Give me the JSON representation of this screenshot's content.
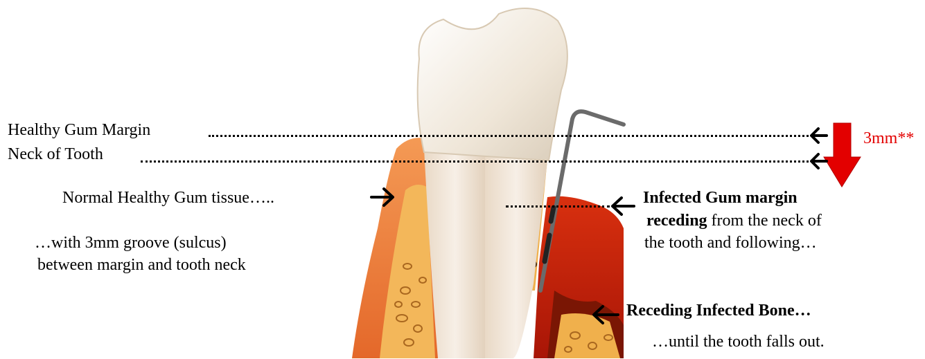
{
  "labels": {
    "healthy_gum_margin": "Healthy Gum Margin",
    "neck_of_tooth": "Neck of Tooth",
    "normal_gum_tissue": "Normal Healthy Gum tissue…..",
    "groove_line1": "…with 3mm groove (sulcus)",
    "groove_line2": "between margin and tooth neck",
    "infected_margin_bold": "Infected Gum margin",
    "receding_bold": "receding",
    "receding_rest": " from the neck of",
    "following_line": "the tooth and following…",
    "receding_bone": "Receding Infected Bone…",
    "until_falls": "…until the tooth falls out.",
    "measurement": "3mm**"
  },
  "colors": {
    "measurement_arrow": "#e30000",
    "measurement_text": "#e30000",
    "gum_healthy": "#f07a3a",
    "gum_infected": "#c81e0a",
    "enamel": "#f3ece2",
    "bone": "#f3b75a"
  }
}
